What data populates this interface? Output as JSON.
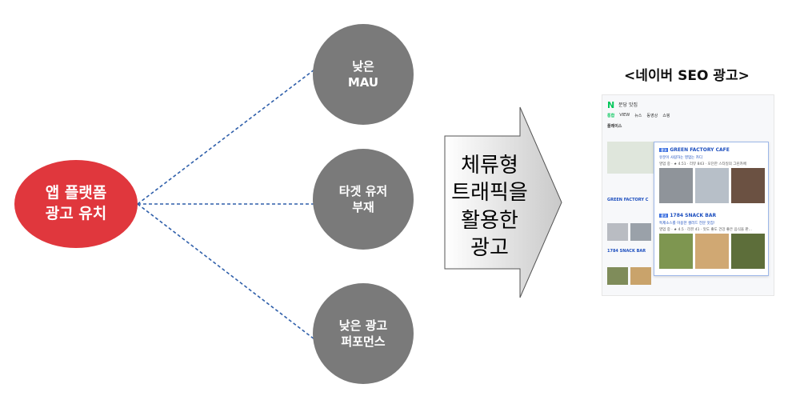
{
  "diagram": {
    "main_node": {
      "line1": "앱 플랫폼",
      "line2": "광고 유치"
    },
    "sub_nodes": [
      {
        "line1": "낮은",
        "line2": "MAU"
      },
      {
        "line1": "타겟 유저",
        "line2": "부재"
      },
      {
        "line1": "낮은 광고",
        "line2": "퍼포먼스"
      }
    ],
    "arrow_lines": [
      "체류형",
      "트래픽을",
      "활용한",
      "광고"
    ],
    "caption": "<네이버 SEO 광고>",
    "colors": {
      "main": "#e0373d",
      "sub": "#7a7a7a",
      "connector": "#2f5faa",
      "arrow": "#dcdcdc"
    }
  },
  "screenshot": {
    "logo": "N",
    "query": "분당 맛집",
    "tabs": [
      "통합",
      "VIEW",
      "뉴스",
      "동영상",
      "쇼핑"
    ],
    "section": "플레이스",
    "card1": {
      "badge": "광고",
      "name": "GREEN FACTORY CAFE",
      "desc": "유분이 사람하는 영업는 카디",
      "meta": "영업 중 · ★ 4.51 · 리뷰 843 · 모던한 스타일의 그린카페"
    },
    "card2": {
      "badge": "광고",
      "name": "1784 SNACK BAR",
      "desc": "특제소스를 이용한 샐러드 전문 맛집!",
      "meta": "영업 중 · ★ 4.5 · 리뷰 41 · 맛도 좋도 건강 좋은 음식을 판..."
    },
    "behind1": "GREEN FACTORY C",
    "behind2": "1784 SNACK BAR"
  }
}
